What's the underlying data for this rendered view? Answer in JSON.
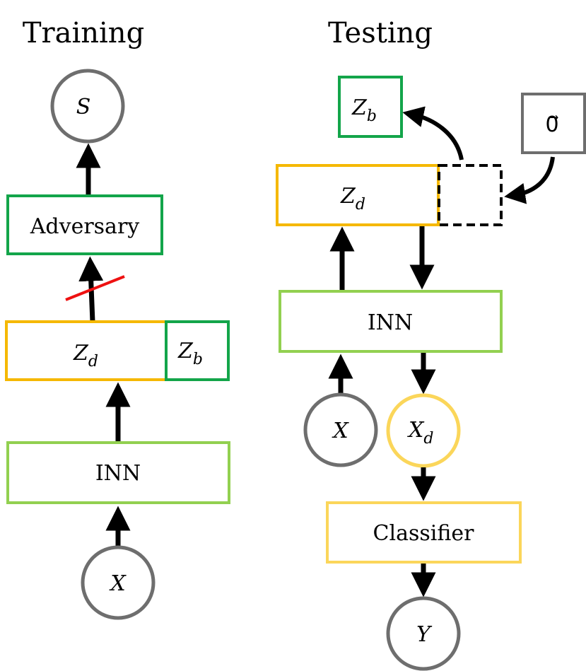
{
  "training": {
    "title": "Training",
    "s_node": "S",
    "adversary": "Adversary",
    "zd_main": "Z",
    "zd_sub": "d",
    "zb_main": "Z",
    "zb_sub": "b",
    "inn": "INN",
    "x_node": "X"
  },
  "testing": {
    "title": "Testing",
    "zb_main": "Z",
    "zb_sub": "b",
    "zero_vector": "0⃗",
    "zd_main": "Z",
    "zd_sub": "d",
    "inn": "INN",
    "x_node": "X",
    "xd_main": "X",
    "xd_sub": "d",
    "classifier": "Classifier",
    "y_node": "Y"
  },
  "colors": {
    "green_dark": "#13a54a",
    "green_light": "#92d050",
    "orange": "#f5b800",
    "yellow": "#fbd65a",
    "gray": "#6e6e6e",
    "red": "#ee1111",
    "black": "#000000"
  }
}
